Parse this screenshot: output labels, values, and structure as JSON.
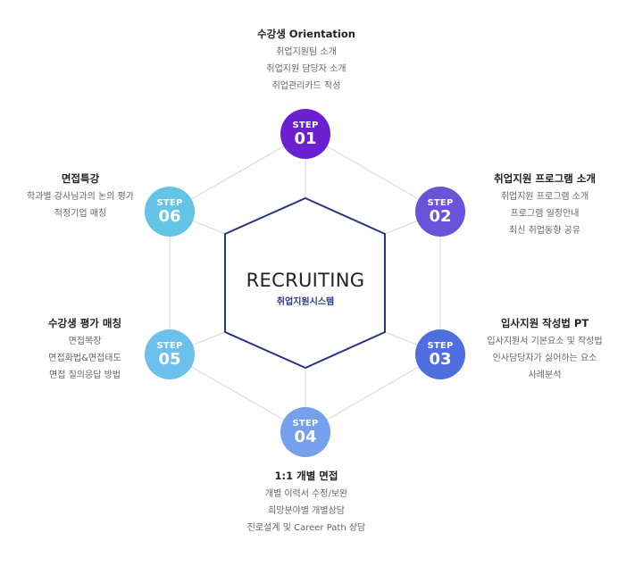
{
  "center": {
    "title": "RECRUITING",
    "subtitle": "취업지원시스템"
  },
  "colors": {
    "inner_hexagon": "#2b3585",
    "outer_lines": "#d6d6d6",
    "step01": "#6a1fd1",
    "step02": "#6a52d9",
    "step03": "#4f6fe0",
    "step04": "#74a0ec",
    "step05": "#6cc0ec",
    "step06": "#63c4e6"
  },
  "steps": [
    {
      "word": "STEP",
      "num": "01",
      "title": "수강생 Orientation",
      "lines": [
        "취업지원팀 소개",
        "취업지원 담당자 소개",
        "취업관리카드 작성"
      ]
    },
    {
      "word": "STEP",
      "num": "02",
      "title": "취업지원 프로그램 소개",
      "lines": [
        "취업지원 프로그램 소개",
        "프로그램 일정안내",
        "최신 취업동향 공유"
      ]
    },
    {
      "word": "STEP",
      "num": "03",
      "title": "입사지원 작성법 PT",
      "lines": [
        "입사지원서 기본요소 및 작성법",
        "인사담당자가 싫어하는 요소",
        "사례분석"
      ]
    },
    {
      "word": "STEP",
      "num": "04",
      "title": "1:1 개별 면접",
      "lines": [
        "개별 이력서 수정/보완",
        "희망분야별 개별상담",
        "진로설계 및 Career Path 상담"
      ]
    },
    {
      "word": "STEP",
      "num": "05",
      "title": "수강생 평가 매칭",
      "lines": [
        "면접복장",
        "면접화법&면접태도",
        "면접 질의응답 방법"
      ]
    },
    {
      "word": "STEP",
      "num": "06",
      "title": "면접특강",
      "lines": [
        "학과별 강사님과의 논의 평가",
        "적정기업 매칭"
      ]
    }
  ]
}
